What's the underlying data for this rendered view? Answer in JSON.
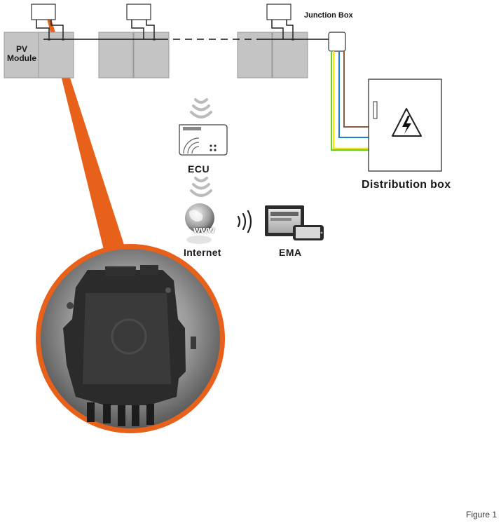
{
  "labels": {
    "pv_module_line1": "PV",
    "pv_module_line2": "Module",
    "junction_box": "Junction Box",
    "distribution_box": "Distribution box",
    "ecu": "ECU",
    "internet": "Internet",
    "www": "www",
    "ema": "EMA",
    "figure": "Figure 1"
  },
  "colors": {
    "module_fill": "#c4c4c4",
    "module_stroke": "#9a9a9a",
    "ac_line": "#111111",
    "wire_brown": "#8b5a3c",
    "wire_blue": "#1e7fd6",
    "wire_green": "#66cc33",
    "wire_yellow": "#f2e600",
    "highlight_orange": "#e8611b",
    "inverter_body": "#2b2b2b"
  },
  "icons": {
    "warning": "high-voltage-warning-icon",
    "wireless": "wireless-signal-icon",
    "globe": "globe-icon"
  }
}
